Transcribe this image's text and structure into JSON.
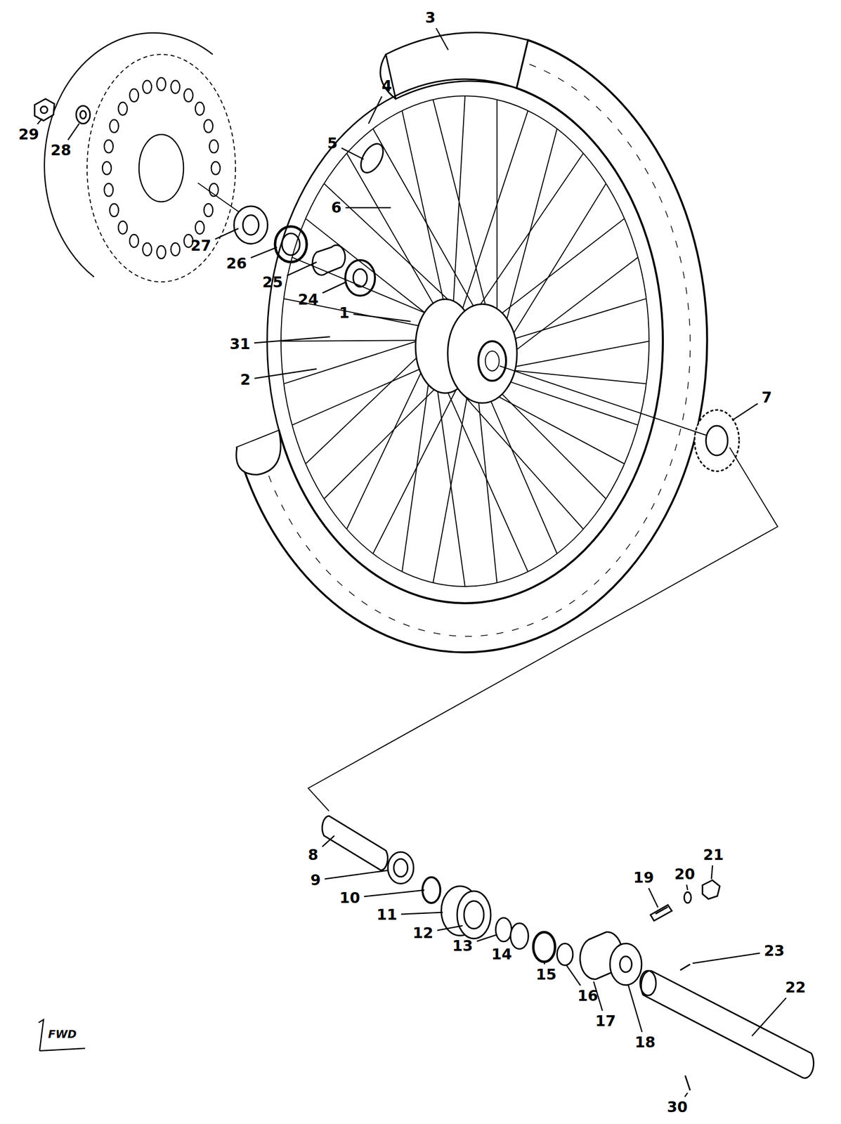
{
  "diagram": {
    "labels": [
      "3",
      "4",
      "5",
      "6",
      "29",
      "28",
      "27",
      "26",
      "25",
      "24",
      "1",
      "31",
      "2",
      "7",
      "8",
      "9",
      "10",
      "11",
      "12",
      "13",
      "14",
      "15",
      "16",
      "17",
      "18",
      "19",
      "20",
      "21",
      "22",
      "23",
      "30",
      "FWD"
    ]
  }
}
